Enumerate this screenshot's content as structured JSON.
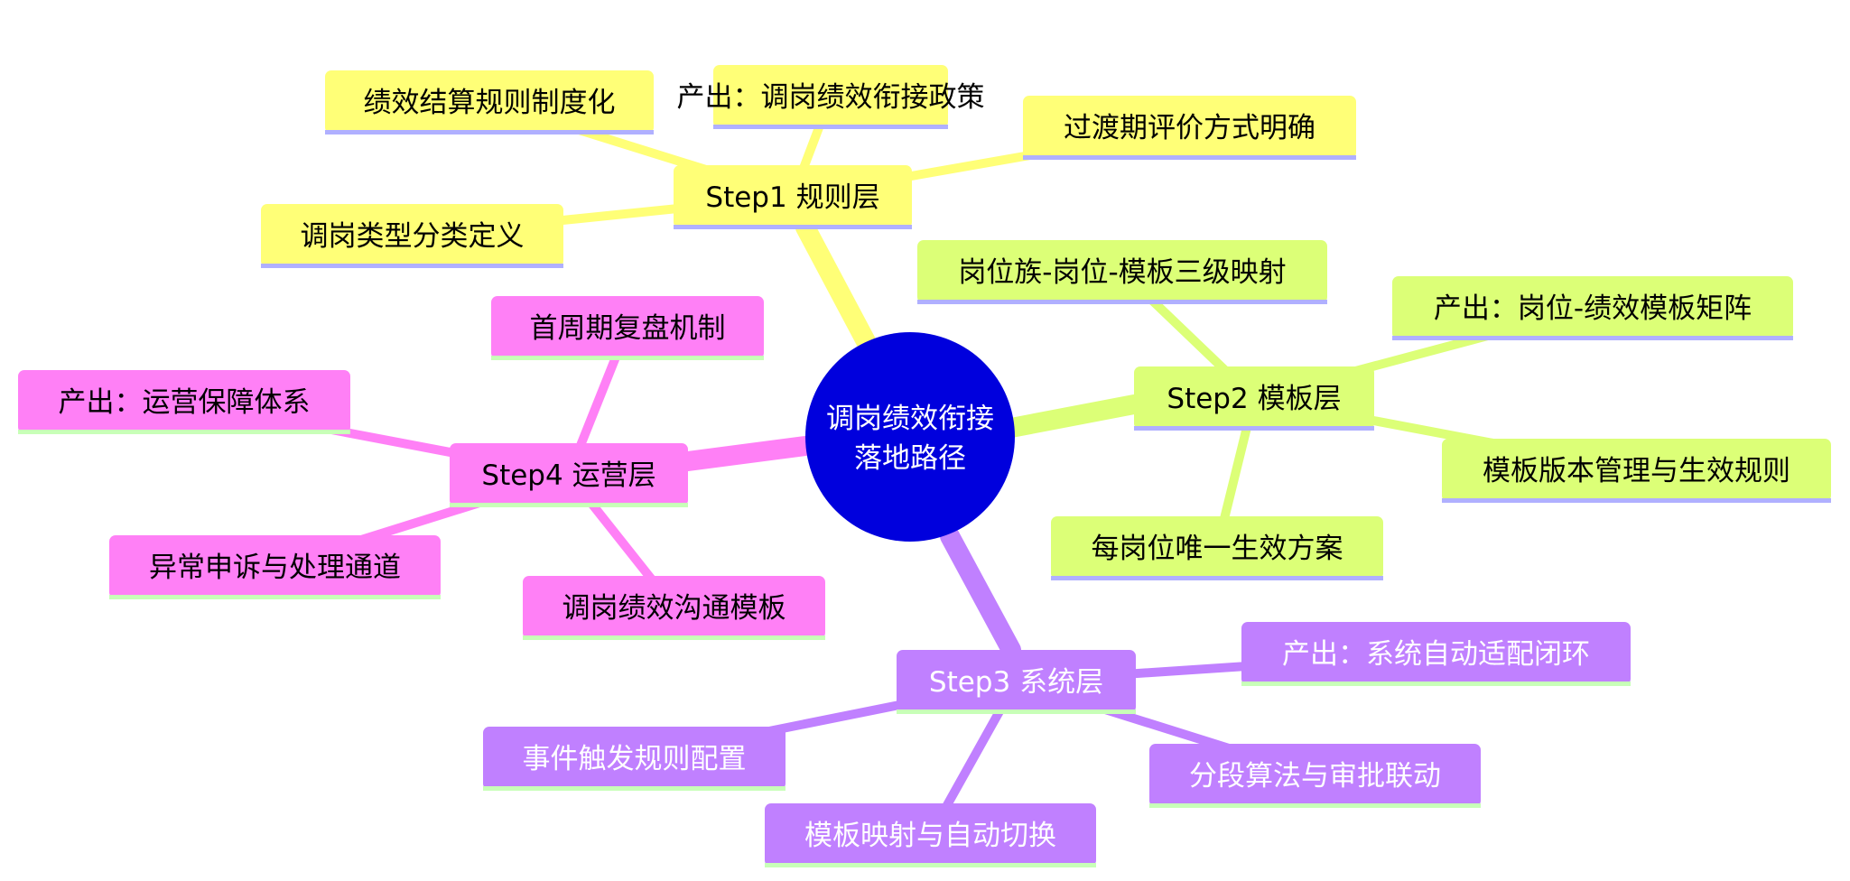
{
  "center": {
    "label_line1": "调岗绩效衔接",
    "label_line2": "落地路径"
  },
  "branches": [
    {
      "id": "step1",
      "label": "Step1 规则层",
      "color": "#ffff77",
      "children": [
        {
          "label": "产出：调岗绩效衔接政策"
        },
        {
          "label": "绩效结算规则制度化"
        },
        {
          "label": "过渡期评价方式明确"
        },
        {
          "label": "调岗类型分类定义"
        }
      ]
    },
    {
      "id": "step2",
      "label": "Step2 模板层",
      "color": "#dcff77",
      "children": [
        {
          "label": "岗位族-岗位-模板三级映射"
        },
        {
          "label": "产出：岗位-绩效模板矩阵"
        },
        {
          "label": "模板版本管理与生效规则"
        },
        {
          "label": "每岗位唯一生效方案"
        }
      ]
    },
    {
      "id": "step3",
      "label": "Step3 系统层",
      "color": "#c080ff",
      "children": [
        {
          "label": "产出：系统自动适配闭环"
        },
        {
          "label": "分段算法与审批联动"
        },
        {
          "label": "模板映射与自动切换"
        },
        {
          "label": "事件触发规则配置"
        }
      ]
    },
    {
      "id": "step4",
      "label": "Step4 运营层",
      "color": "#ff80f6",
      "children": [
        {
          "label": "首周期复盘机制"
        },
        {
          "label": "产出：运营保障体系"
        },
        {
          "label": "异常申诉与处理通道"
        },
        {
          "label": "调岗绩效沟通模板"
        }
      ]
    }
  ]
}
